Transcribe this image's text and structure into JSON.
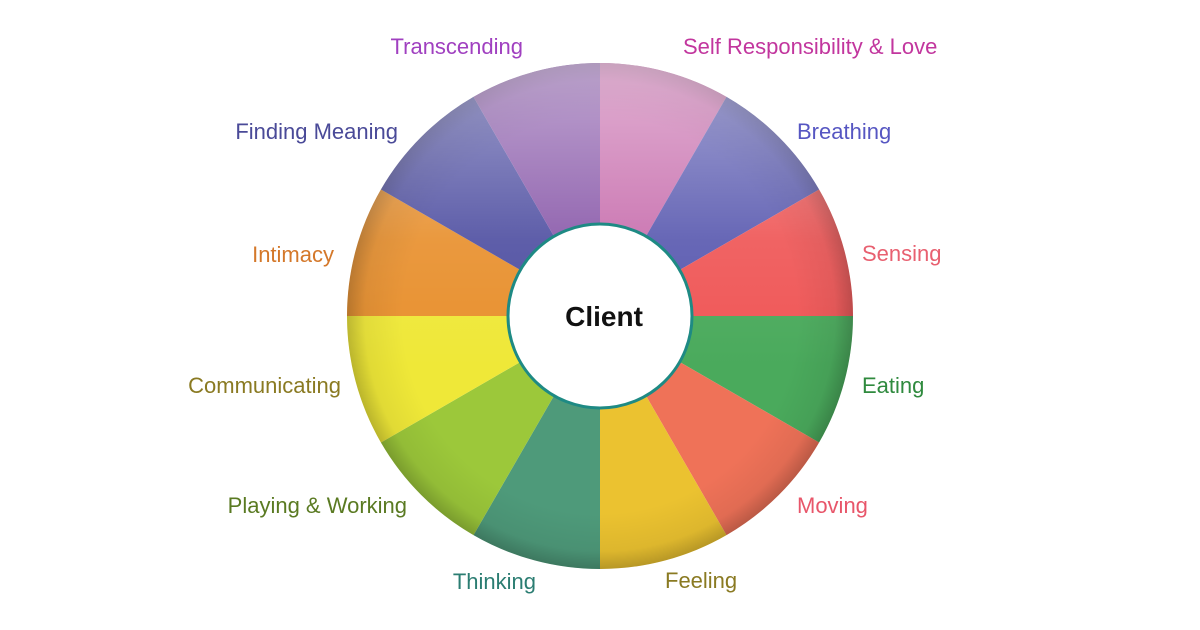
{
  "diagram": {
    "center": {
      "label": "Client",
      "fill": "#ffffff",
      "ring_color": "#1e8a84",
      "text_color": "#111111"
    },
    "segments": [
      {
        "id": "self-responsibility",
        "label": "Self Responsibility & Love",
        "color": "#c86fae",
        "label_color": "#c2369e"
      },
      {
        "id": "breathing",
        "label": "Breathing",
        "color": "#5a5ab0",
        "label_color": "#5656c2"
      },
      {
        "id": "sensing",
        "label": "Sensing",
        "color": "#ef5656",
        "label_color": "#e86070"
      },
      {
        "id": "eating",
        "label": "Eating",
        "color": "#4aaa5c",
        "label_color": "#2f8a3e"
      },
      {
        "id": "moving",
        "label": "Moving",
        "color": "#ef7258",
        "label_color": "#e8566a"
      },
      {
        "id": "feeling",
        "label": "Feeling",
        "color": "#ebc230",
        "label_color": "#8a7a22"
      },
      {
        "id": "thinking",
        "label": "Thinking",
        "color": "#4e9a7a",
        "label_color": "#2b7d72"
      },
      {
        "id": "playing-working",
        "label": "Playing & Working",
        "color": "#9cc83a",
        "label_color": "#5a7a22"
      },
      {
        "id": "communicating",
        "label": "Communicating",
        "color": "#efe838",
        "label_color": "#8a7a22"
      },
      {
        "id": "intimacy",
        "label": "Intimacy",
        "color": "#e8902e",
        "label_color": "#d4782a"
      },
      {
        "id": "finding-meaning",
        "label": "Finding Meaning",
        "color": "#5050a2",
        "label_color": "#4a4a98"
      },
      {
        "id": "transcending",
        "label": "Transcending",
        "color": "#8a5aaa",
        "label_color": "#a040c0"
      }
    ]
  }
}
